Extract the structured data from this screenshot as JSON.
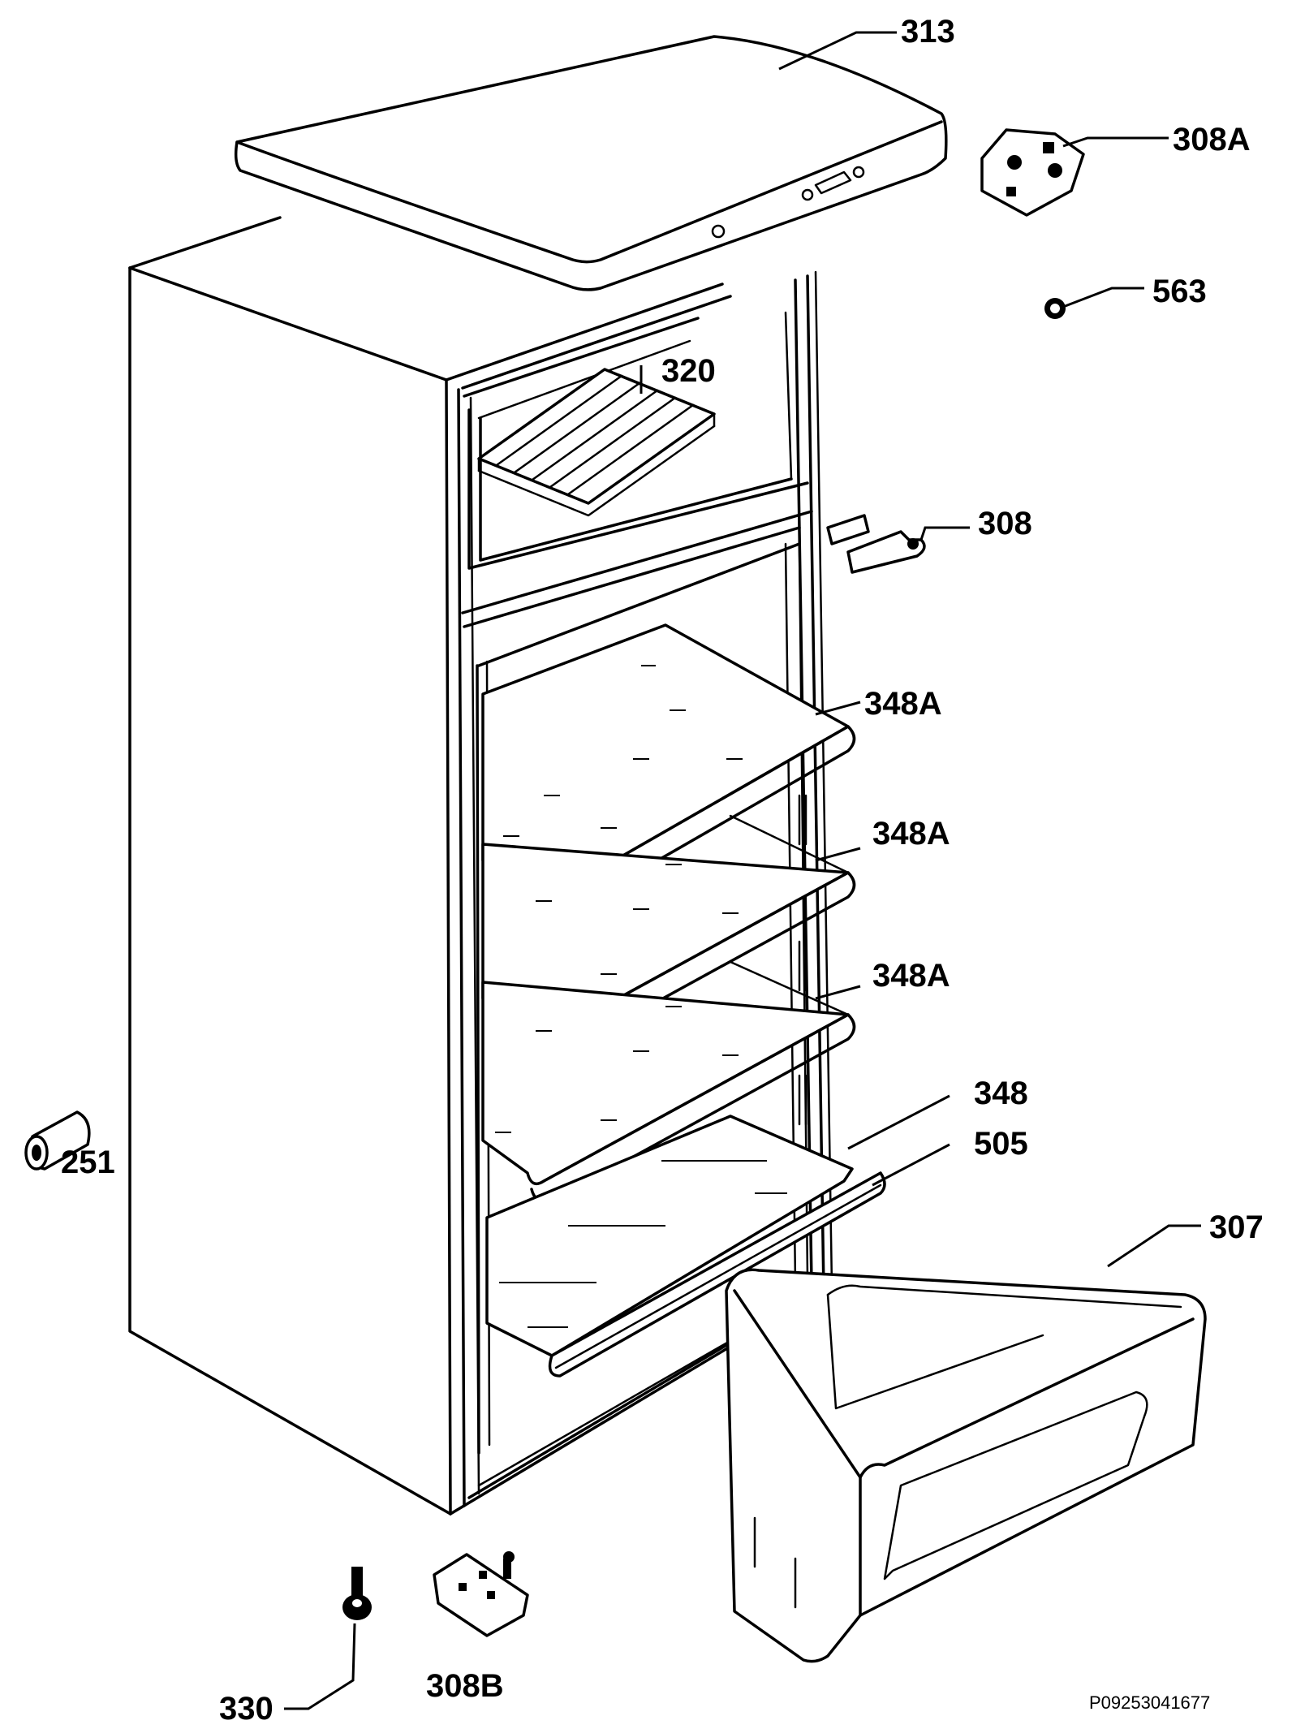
{
  "diagram": {
    "reference_code": "P09253041677",
    "parts": [
      {
        "id": "313"
      },
      {
        "id": "308A"
      },
      {
        "id": "563"
      },
      {
        "id": "320"
      },
      {
        "id": "308"
      },
      {
        "id": "348A"
      },
      {
        "id": "348A"
      },
      {
        "id": "348A"
      },
      {
        "id": "348"
      },
      {
        "id": "505"
      },
      {
        "id": "307"
      },
      {
        "id": "251"
      },
      {
        "id": "330"
      },
      {
        "id": "308B"
      }
    ]
  }
}
